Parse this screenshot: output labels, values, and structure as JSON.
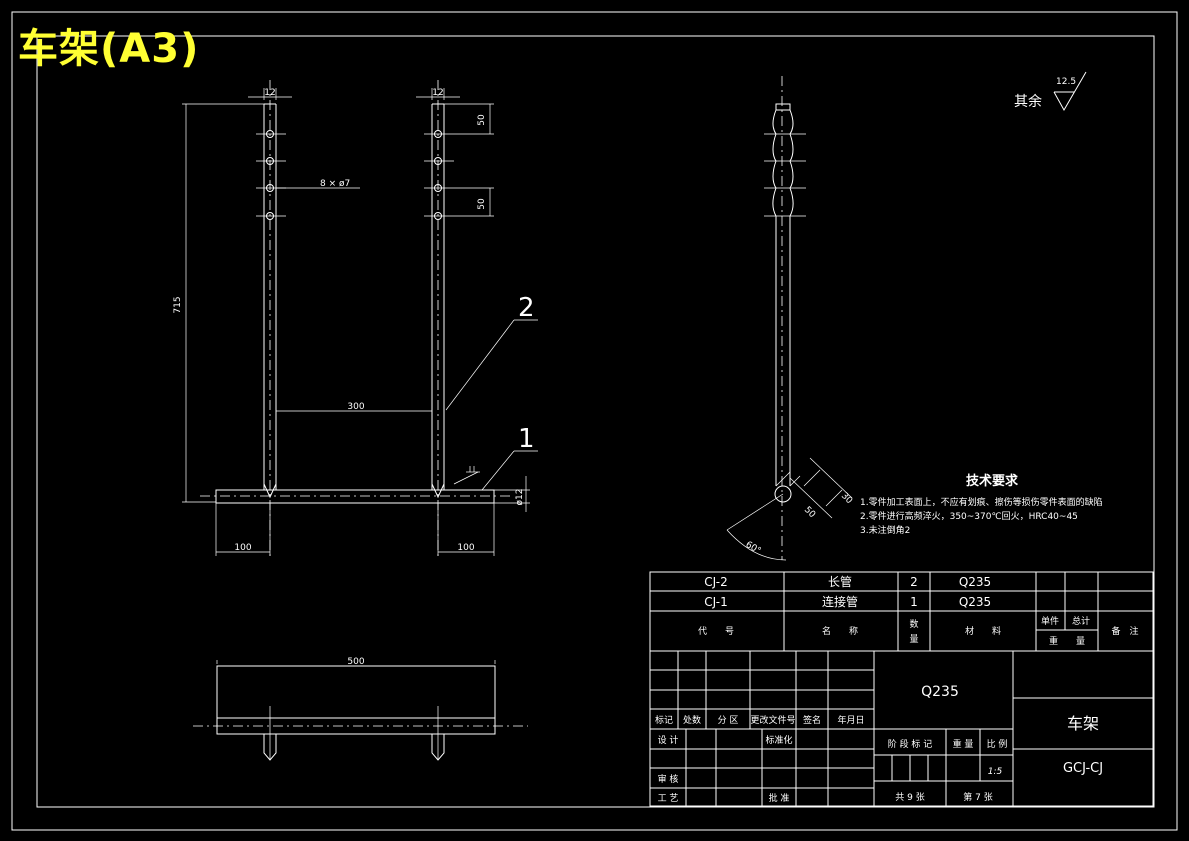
{
  "sheet": {
    "title": "车架(A3)"
  },
  "front_view": {
    "dims": {
      "tube_width_left": "12",
      "tube_width_right": "12",
      "hole_pitch_top": "50",
      "hole_pitch_mid": "50",
      "holes": "8 × ø7",
      "height": "715",
      "spacing": "300",
      "base_left": "100",
      "base_right": "100",
      "base_dia": "ø12"
    },
    "balloon_1": "1",
    "balloon_2": "2"
  },
  "top_view": {
    "length": "500"
  },
  "side_view": {
    "dim_a": "30",
    "dim_b": "50",
    "angle": "60°"
  },
  "roughness": {
    "label": "其余",
    "value": "12.5"
  },
  "tech_requirements": {
    "title": "技术要求",
    "items": [
      "1.零件加工表面上，不应有划痕、擦伤等损伤零件表面的缺陷",
      "2.零件进行高频淬火，350~370℃回火，HRC40~45",
      "3.未注倒角2"
    ]
  },
  "bom": {
    "rows": [
      {
        "code": "CJ-2",
        "name": "长管",
        "qty": "2",
        "material": "Q235"
      },
      {
        "code": "CJ-1",
        "name": "连接管",
        "qty": "1",
        "material": "Q235"
      }
    ],
    "header": {
      "code": "代　　号",
      "name": "名　　称",
      "qty_top": "数",
      "qty_bottom": "量",
      "material": "材　　料",
      "unit": "单件",
      "total": "总计",
      "weight": "重　　量",
      "remark": "备　注"
    }
  },
  "title_block": {
    "material": "Q235",
    "part_name": "车架",
    "drawing_no": "GCJ-CJ",
    "scale": "1:5",
    "labels": {
      "mark": "标记",
      "count": "处数",
      "zone": "分 区",
      "change_doc": "更改文件号",
      "signature": "签名",
      "date": "年月日",
      "design": "设 计",
      "standardize": "标准化",
      "check": "审 核",
      "process": "工 艺",
      "approve": "批 准",
      "stage_mark": "阶 段 标 记",
      "weight": "重 量",
      "scale": "比 例",
      "total_sheets": "共 9 张",
      "sheet_no": "第 7 张"
    }
  }
}
